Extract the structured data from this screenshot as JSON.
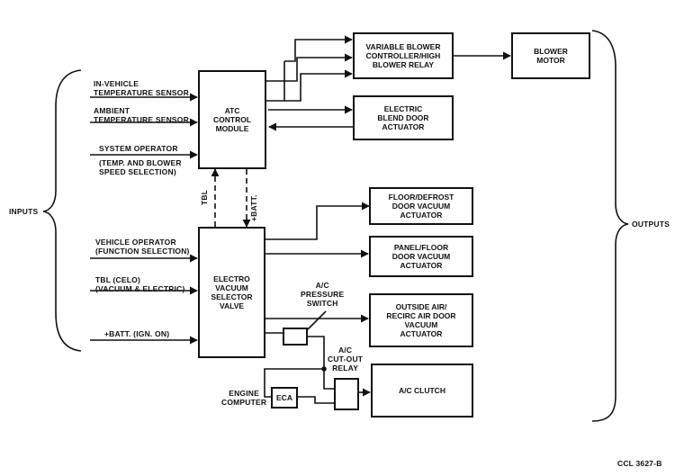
{
  "inputs_label": "INPUTS",
  "outputs_label": "OUTPUTS",
  "footer_code": "CCL 3627-B",
  "inputs_top": {
    "in_vehicle": "IN-VEHICLE\nTEMPERATURE SENSOR",
    "ambient": "AMBIENT\nTEMPERATURE SENSOR",
    "system_operator": "SYSTEM OPERATOR",
    "system_operator_note": "(TEMP. AND BLOWER\nSPEED SELECTION)"
  },
  "inputs_bottom": {
    "vehicle_operator": "VEHICLE OPERATOR\n(FUNCTION SELECTION)",
    "tbl_celo": "TBL (CELO)\n(VACUUM & ELECTRIC)",
    "batt_ign": "+BATT. (IGN. ON)"
  },
  "blocks": {
    "atc_module": "ATC\nCONTROL\nMODULE",
    "selector_valve": "ELECTRO\nVACUUM\nSELECTOR\nVALVE",
    "blower_controller": "VARIABLE BLOWER\nCONTROLLER/HIGH\nBLOWER RELAY",
    "blower_motor": "BLOWER\nMOTOR",
    "blend_door": "ELECTRIC\nBLEND DOOR\nACTUATOR",
    "floor_defrost": "FLOOR/DEFROST\nDOOR VACUUM\nACTUATOR",
    "panel_floor": "PANEL/FLOOR\nDOOR VACUUM\nACTUATOR",
    "outside_air": "OUTSIDE AIR/\nRECIRC AIR DOOR\nVACUUM\nACTUATOR",
    "ac_clutch": "A/C CLUTCH",
    "eca": "ECA"
  },
  "labels": {
    "tbl": "TBL",
    "batt": "+BATT.",
    "ac_pressure_switch": "A/C\nPRESSURE\nSWITCH",
    "ac_cutout_relay": "A/C\nCUT-OUT\nRELAY",
    "engine_computer": "ENGINE\nCOMPUTER"
  }
}
